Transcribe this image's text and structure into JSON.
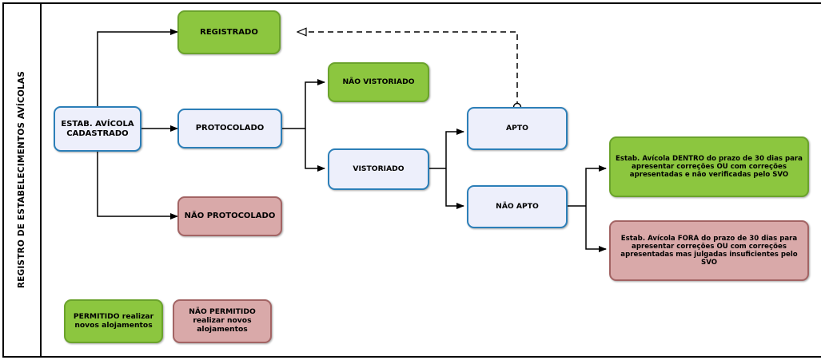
{
  "diagram": {
    "side_label": "REGISTRO DE ESTABELECIMENTOS AVÍCOLAS",
    "colors": {
      "green_fill": "#8cc63f",
      "green_border": "#6ba32c",
      "red_fill": "#d9a9a9",
      "red_border": "#a36464",
      "blue_fill": "#edeffb",
      "blue_border": "#2c7fb8",
      "line": "#000000",
      "frame": "#000000"
    },
    "nodes": {
      "estab_cadastrado": "ESTAB. AVÍCOLA\nCADASTRADO",
      "estab_cadastrado_line1": "ESTAB. AVÍCOLA",
      "estab_cadastrado_line2": "CADASTRADO",
      "registrado": "REGISTRADO",
      "protocolado": "PROTOCOLADO",
      "nao_protocolado": "NÃO PROTOCOLADO",
      "nao_vistoriado": "NÃO VISTORIADO",
      "vistoriado": "VISTORIADO",
      "apto": "APTO",
      "nao_apto": "NÃO APTO",
      "dentro_prazo": "Estab. Avícola DENTRO do prazo de 30 dias para apresentar correções OU com correções apresentadas e não verificadas pelo SVO",
      "fora_prazo": "Estab. Avícola FORA do prazo de 30 dias para apresentar correções OU com correções apresentadas mas julgadas insuficientes pelo SVO"
    },
    "legend": {
      "permitido": "PERMITIDO realizar novos alojamentos",
      "permitido_line1": "PERMITIDO realizar",
      "permitido_line2": "novos alojamentos",
      "nao_permitido": "NÃO PERMITIDO realizar novos alojamentos",
      "nao_permitido_line1": "NÃO PERMITIDO",
      "nao_permitido_line2": "realizar novos",
      "nao_permitido_line3": "alojamentos"
    },
    "edges": [
      {
        "from": "estab_cadastrado",
        "to": "registrado",
        "style": "solid"
      },
      {
        "from": "estab_cadastrado",
        "to": "protocolado",
        "style": "solid"
      },
      {
        "from": "estab_cadastrado",
        "to": "nao_protocolado",
        "style": "solid"
      },
      {
        "from": "protocolado",
        "to": "nao_vistoriado",
        "style": "solid"
      },
      {
        "from": "protocolado",
        "to": "vistoriado",
        "style": "solid"
      },
      {
        "from": "vistoriado",
        "to": "apto",
        "style": "solid"
      },
      {
        "from": "vistoriado",
        "to": "nao_apto",
        "style": "solid"
      },
      {
        "from": "nao_apto",
        "to": "dentro_prazo",
        "style": "solid"
      },
      {
        "from": "nao_apto",
        "to": "fora_prazo",
        "style": "solid"
      },
      {
        "from": "apto",
        "to": "registrado",
        "style": "dashed",
        "arrowhead": "hollow-triangle"
      }
    ]
  }
}
